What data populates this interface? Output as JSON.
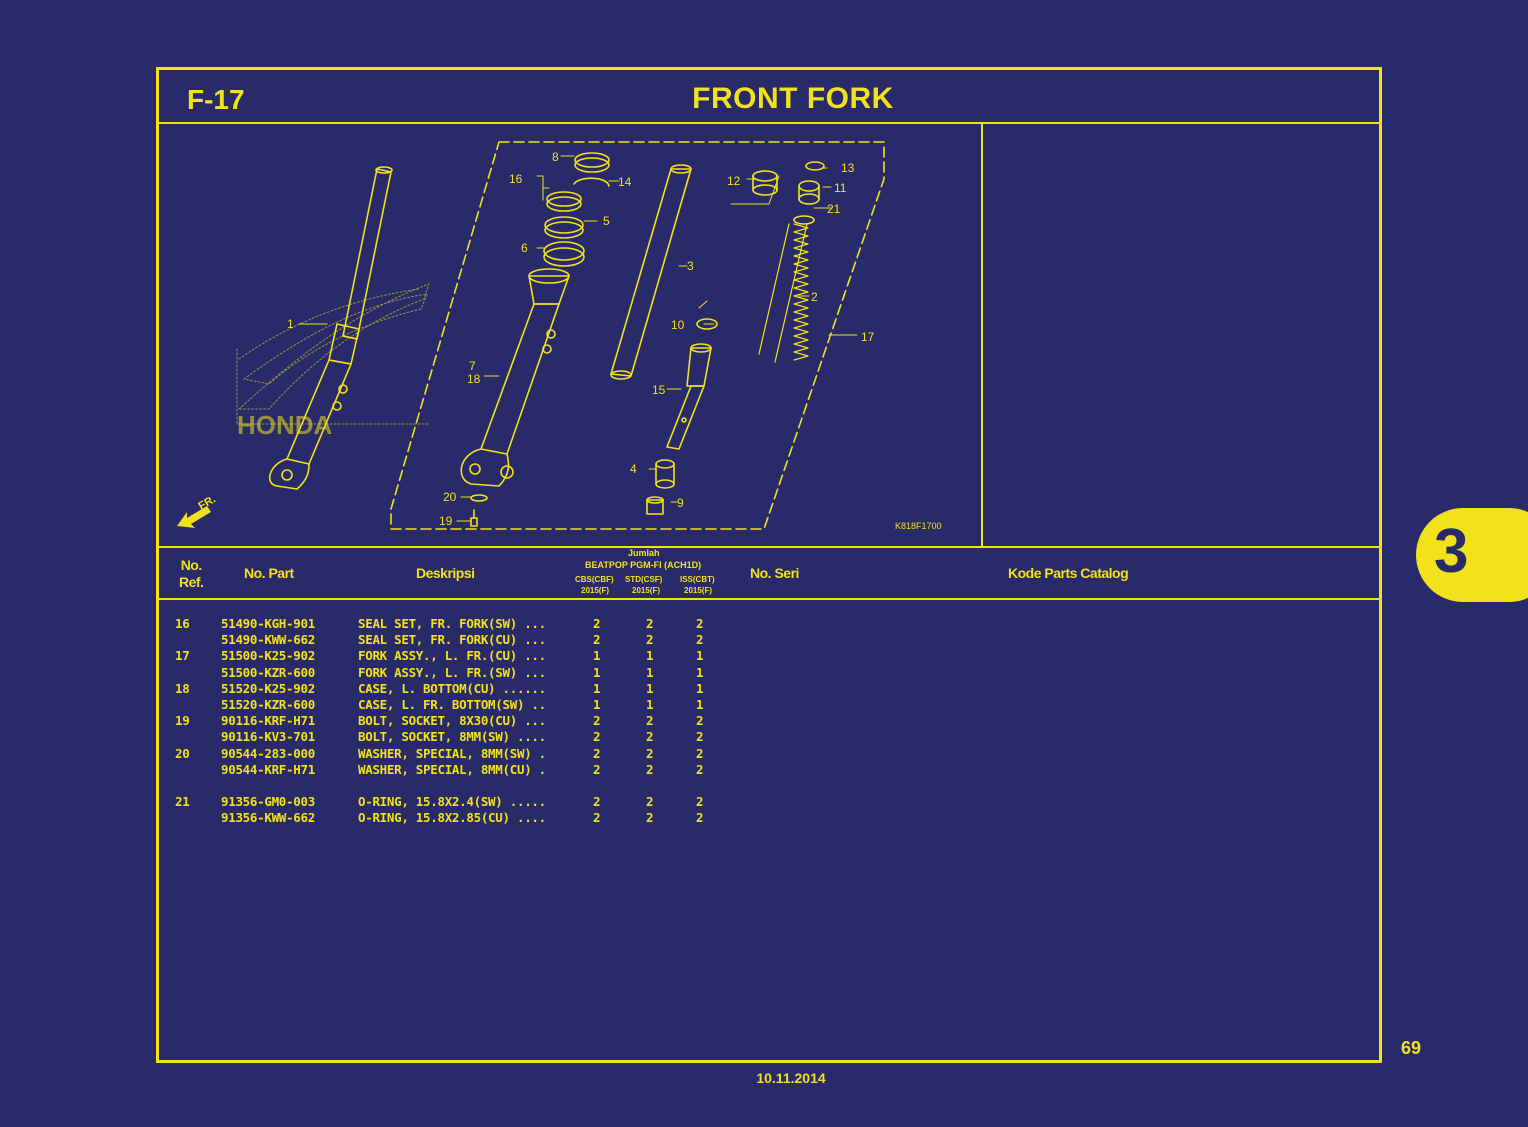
{
  "header": {
    "code": "F-17",
    "title": "FRONT FORK"
  },
  "diagram": {
    "callouts": [
      "1",
      "2",
      "3",
      "4",
      "5",
      "6",
      "7",
      "8",
      "9",
      "10",
      "11",
      "12",
      "13",
      "14",
      "15",
      "16",
      "17",
      "18",
      "19",
      "20",
      "21"
    ],
    "brand_watermark": "HONDA",
    "direction_label": "FR.",
    "drawing_code": "K818F1700"
  },
  "table_header": {
    "ref": "No.\nRef.",
    "part": "No. Part",
    "desc": "Deskripsi",
    "qty_title": "Jumlah",
    "qty_model": "BEATPOP PGM-FI (ACH1D)",
    "qty_cols": [
      {
        "type": "CBS(CBF)",
        "year": "2015(F)"
      },
      {
        "type": "STD(CSF)",
        "year": "2015(F)"
      },
      {
        "type": "ISS(CBT)",
        "year": "2015(F)"
      }
    ],
    "serial": "No. Seri",
    "catalog": "Kode Parts Catalog"
  },
  "rows": [
    {
      "ref": "16",
      "part": "51490-KGH-901",
      "desc": "SEAL SET, FR. FORK(SW) ...",
      "q1": "2",
      "q2": "2",
      "q3": "2"
    },
    {
      "ref": "",
      "part": "51490-KWW-662",
      "desc": "SEAL SET, FR. FORK(CU) ...",
      "q1": "2",
      "q2": "2",
      "q3": "2"
    },
    {
      "ref": "17",
      "part": "51500-K25-902",
      "desc": "FORK ASSY., L. FR.(CU) ...",
      "q1": "1",
      "q2": "1",
      "q3": "1"
    },
    {
      "ref": "",
      "part": "51500-KZR-600",
      "desc": "FORK ASSY., L. FR.(SW) ...",
      "q1": "1",
      "q2": "1",
      "q3": "1"
    },
    {
      "ref": "18",
      "part": "51520-K25-902",
      "desc": "CASE, L. BOTTOM(CU) ......",
      "q1": "1",
      "q2": "1",
      "q3": "1"
    },
    {
      "ref": "",
      "part": "51520-KZR-600",
      "desc": "CASE, L. FR. BOTTOM(SW) ..",
      "q1": "1",
      "q2": "1",
      "q3": "1"
    },
    {
      "ref": "19",
      "part": "90116-KRF-H71",
      "desc": "BOLT, SOCKET, 8X30(CU) ...",
      "q1": "2",
      "q2": "2",
      "q3": "2"
    },
    {
      "ref": "",
      "part": "90116-KV3-701",
      "desc": "BOLT, SOCKET, 8MM(SW) ....",
      "q1": "2",
      "q2": "2",
      "q3": "2"
    },
    {
      "ref": "20",
      "part": "90544-283-000",
      "desc": "WASHER, SPECIAL, 8MM(SW) .",
      "q1": "2",
      "q2": "2",
      "q3": "2"
    },
    {
      "ref": "",
      "part": "90544-KRF-H71",
      "desc": "WASHER, SPECIAL, 8MM(CU) .",
      "q1": "2",
      "q2": "2",
      "q3": "2"
    },
    {
      "ref": "",
      "part": "",
      "desc": "",
      "q1": "",
      "q2": "",
      "q3": ""
    },
    {
      "ref": "21",
      "part": "91356-GM0-003",
      "desc": "O-RING, 15.8X2.4(SW) .....",
      "q1": "2",
      "q2": "2",
      "q3": "2"
    },
    {
      "ref": "",
      "part": "91356-KWW-662",
      "desc": "O-RING, 15.8X2.85(CU) ....",
      "q1": "2",
      "q2": "2",
      "q3": "2"
    }
  ],
  "section_tab": "3",
  "page_number": "69",
  "footer_date": "10.11.2014",
  "colors": {
    "background": "#282a6a",
    "accent": "#f2e21a"
  }
}
